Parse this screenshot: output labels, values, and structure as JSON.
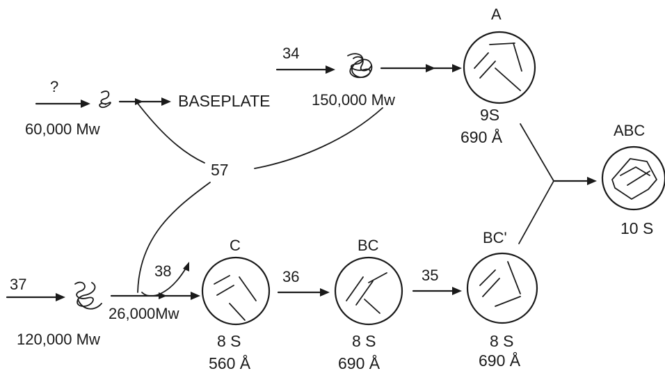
{
  "labels": {
    "gp_q": "?",
    "mw_60000": "60,000 Mw",
    "baseplate": "BASEPLATE",
    "gp_34": "34",
    "mw_150000": "150,000 Mw",
    "node_a": "A",
    "node_a_s": "9S",
    "node_a_len": "690 Å",
    "gp_57": "57",
    "node_abc": "ABC",
    "node_abc_s": "10 S",
    "gp_37": "37",
    "mw_120000": "120,000 Mw",
    "mw_26000": "26,000Mw",
    "gp_38": "38",
    "node_c": "C",
    "node_c_s": "8 S",
    "node_c_len": "560 Å",
    "gp_36": "36",
    "node_bc": "BC",
    "node_bc_s": "8 S",
    "node_bc_len": "690 Å",
    "gp_35": "35",
    "node_bcp": "BC'",
    "node_bcp_s": "8 S",
    "node_bcp_len": "690 Å"
  }
}
